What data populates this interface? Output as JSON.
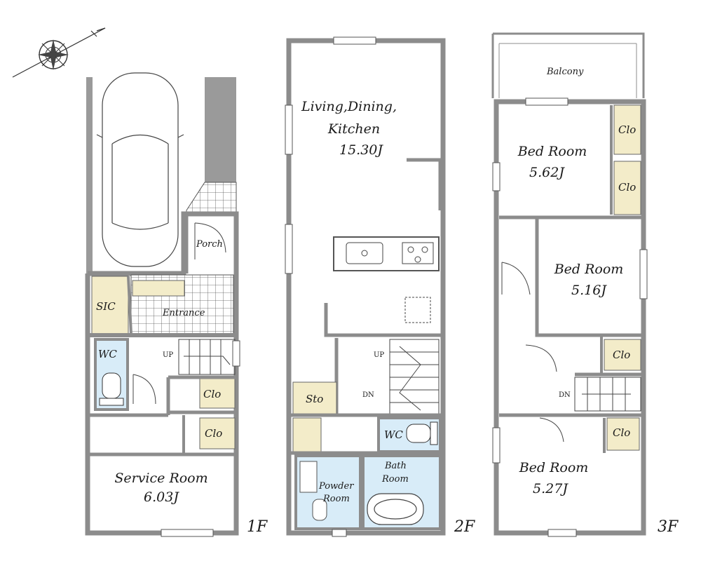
{
  "floors": {
    "f1": {
      "floor_label": "1F",
      "porch": "Porch",
      "sic": "SIC",
      "entrance": "Entrance",
      "wc": "WC",
      "up": "UP",
      "clo_1": "Clo",
      "clo_2": "Clo",
      "service_room_name": "Service Room",
      "service_room_size": "6.03J"
    },
    "f2": {
      "floor_label": "2F",
      "ldk_line1": "Living,Dining,",
      "ldk_line2": "Kitchen",
      "ldk_size": "15.30J",
      "up": "UP",
      "dn": "DN",
      "sto": "Sto",
      "wc": "WC",
      "powder_line1": "Powder",
      "powder_line2": "Room",
      "bath_line1": "Bath",
      "bath_line2": "Room"
    },
    "f3": {
      "floor_label": "3F",
      "balcony": "Balcony",
      "bed1_name": "Bed Room",
      "bed1_size": "5.62J",
      "clo_a": "Clo",
      "clo_b": "Clo",
      "bed2_name": "Bed Room",
      "bed2_size": "5.16J",
      "clo_c": "Clo",
      "dn": "DN",
      "clo_d": "Clo",
      "bed3_name": "Bed Room",
      "bed3_size": "5.27J"
    }
  },
  "colors": {
    "wall": "#8c8c8c",
    "closet_fill": "#f3ecc9",
    "wet_fill": "#d8ecf8",
    "line": "#333333"
  },
  "icons": [
    "compass-north-icon",
    "car-icon",
    "toilet-icon",
    "bathtub-icon",
    "sink-icon",
    "stove-icon"
  ]
}
